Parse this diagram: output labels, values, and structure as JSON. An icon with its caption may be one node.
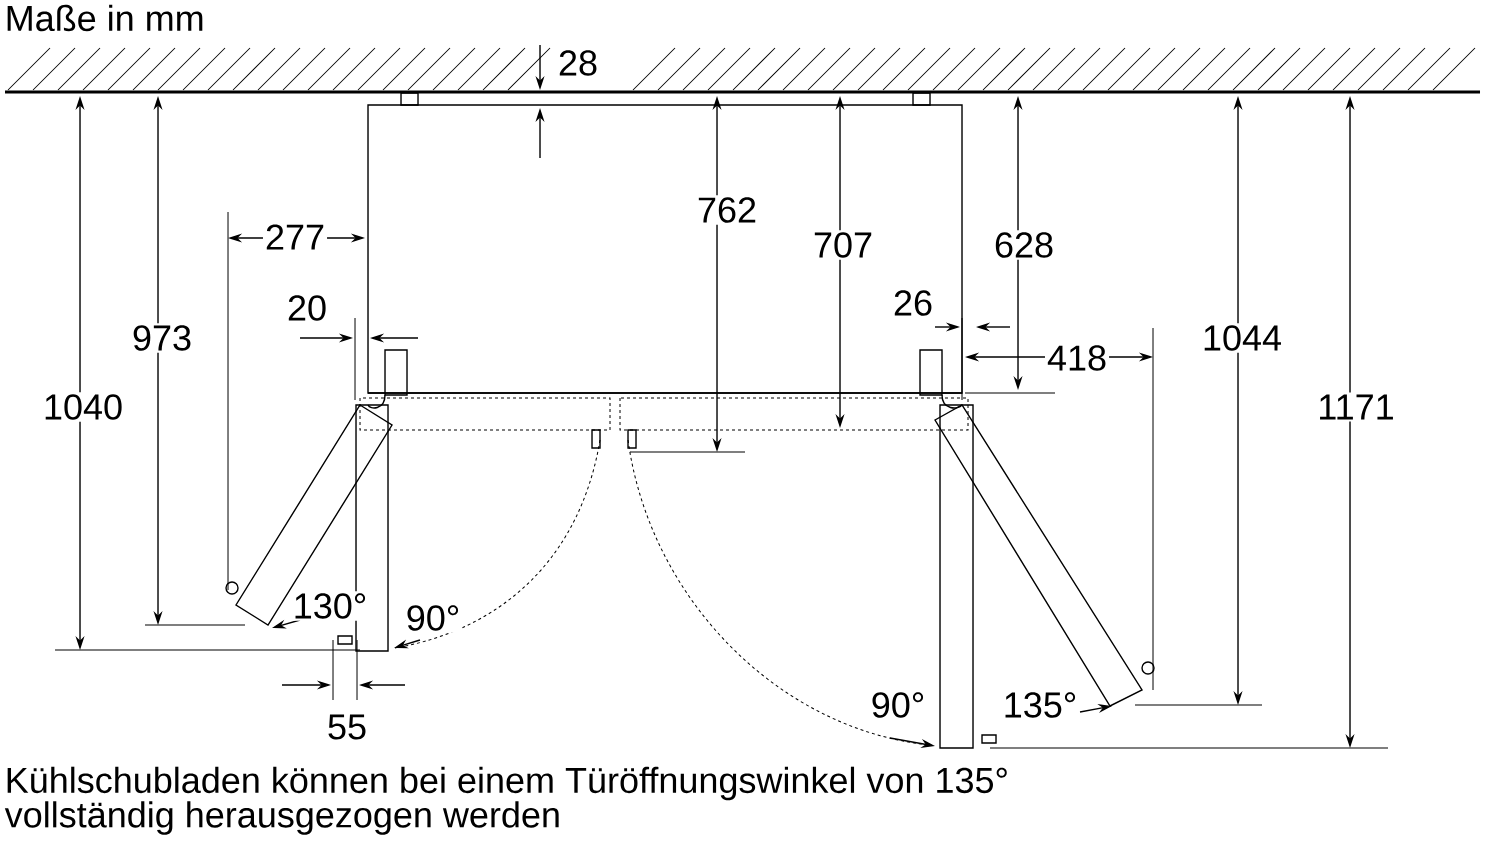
{
  "diagram": {
    "title": "Maße in mm",
    "caption": "Kühlschubladen können bei einem Türöffnungswinkel von 135° vollständig herausgezogen werden",
    "labels": [
      "28",
      "762",
      "277",
      "707",
      "628",
      "20",
      "26",
      "973",
      "1044",
      "418",
      "1040",
      "1171",
      "130°",
      "90°",
      "90°",
      "135°",
      "55"
    ]
  }
}
